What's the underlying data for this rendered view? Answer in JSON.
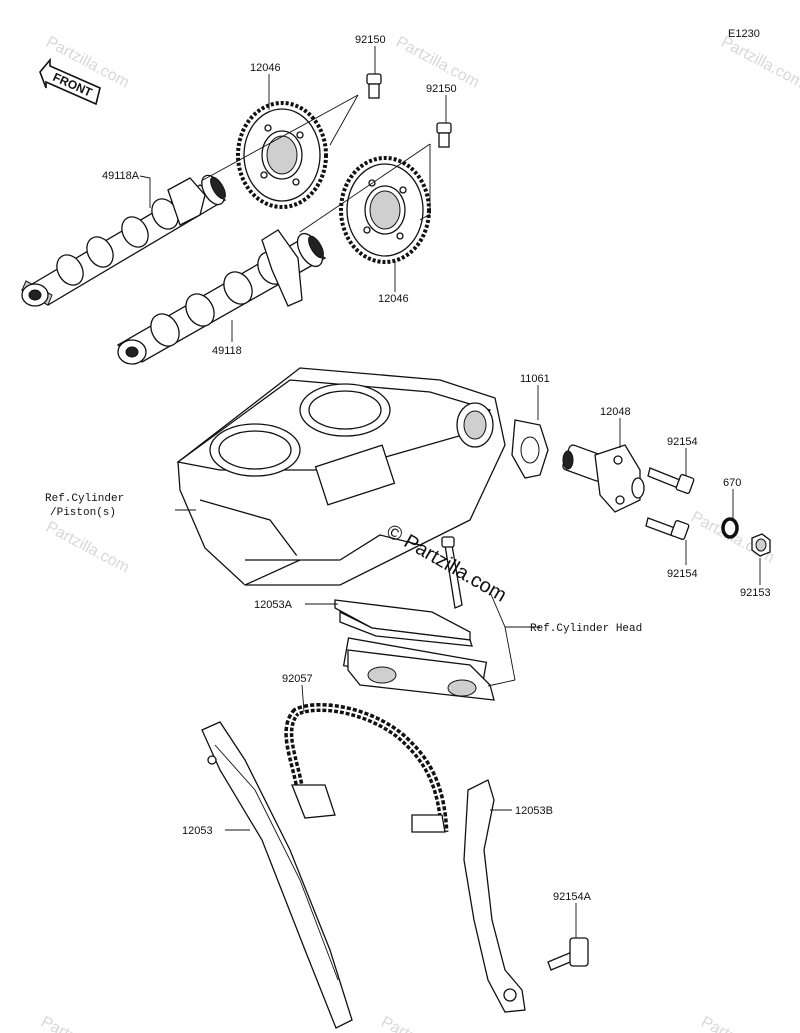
{
  "diagram_code": "E1230",
  "front_label": "FRONT",
  "watermark": "Partzilla.com",
  "copyright_watermark": "© Partzilla.com",
  "parts": {
    "bolt_top_1": "92150",
    "bolt_top_2": "92150",
    "sprocket_top": "12046",
    "sprocket_bottom": "12046",
    "camshaft_a": "49118A",
    "camshaft": "49118",
    "gasket": "11061",
    "tensioner": "12048",
    "bolt_tensioner_1": "92154",
    "bolt_tensioner_2": "92154",
    "oring": "670",
    "plug": "92153",
    "guide_top": "12053A",
    "chain": "92057",
    "guide_left": "12053",
    "guide_right": "12053B",
    "bolt_guide": "92154A"
  },
  "refs": {
    "cylinder_line1": "Ref.Cylinder",
    "cylinder_line2": "/Piston(s)",
    "cylinder_head": "Ref.Cylinder Head"
  }
}
